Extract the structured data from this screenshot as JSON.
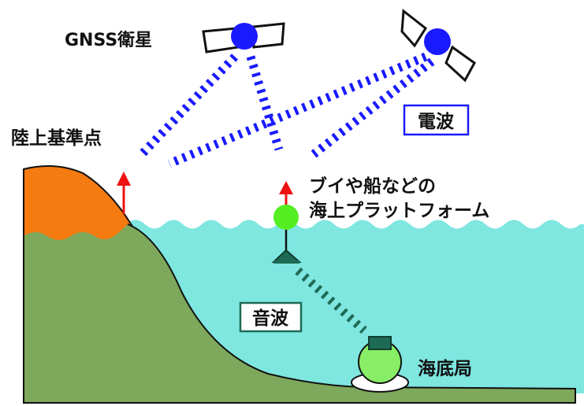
{
  "labels": {
    "satellite": "GNSS衛星",
    "land_reference": "陸上基準点",
    "radio_wave": "電波",
    "platform_line1": "ブイや船などの",
    "platform_line2": "海上プラットフォーム",
    "acoustic_wave": "音波",
    "seafloor_station": "海底局"
  },
  "colors": {
    "sea": "#7fe6e0",
    "seafloor": "#7ea85c",
    "land": "#f57a10",
    "radio": "#1a1aff",
    "acoustic": "#1e6b55",
    "arrow": "#ee1111",
    "buoy": "#55ee22",
    "station": "#88ee66"
  },
  "icons": [
    "satellite-icon",
    "satellite-icon",
    "arrow-up-icon",
    "buoy-icon",
    "transducer-icon",
    "seafloor-station-icon"
  ]
}
